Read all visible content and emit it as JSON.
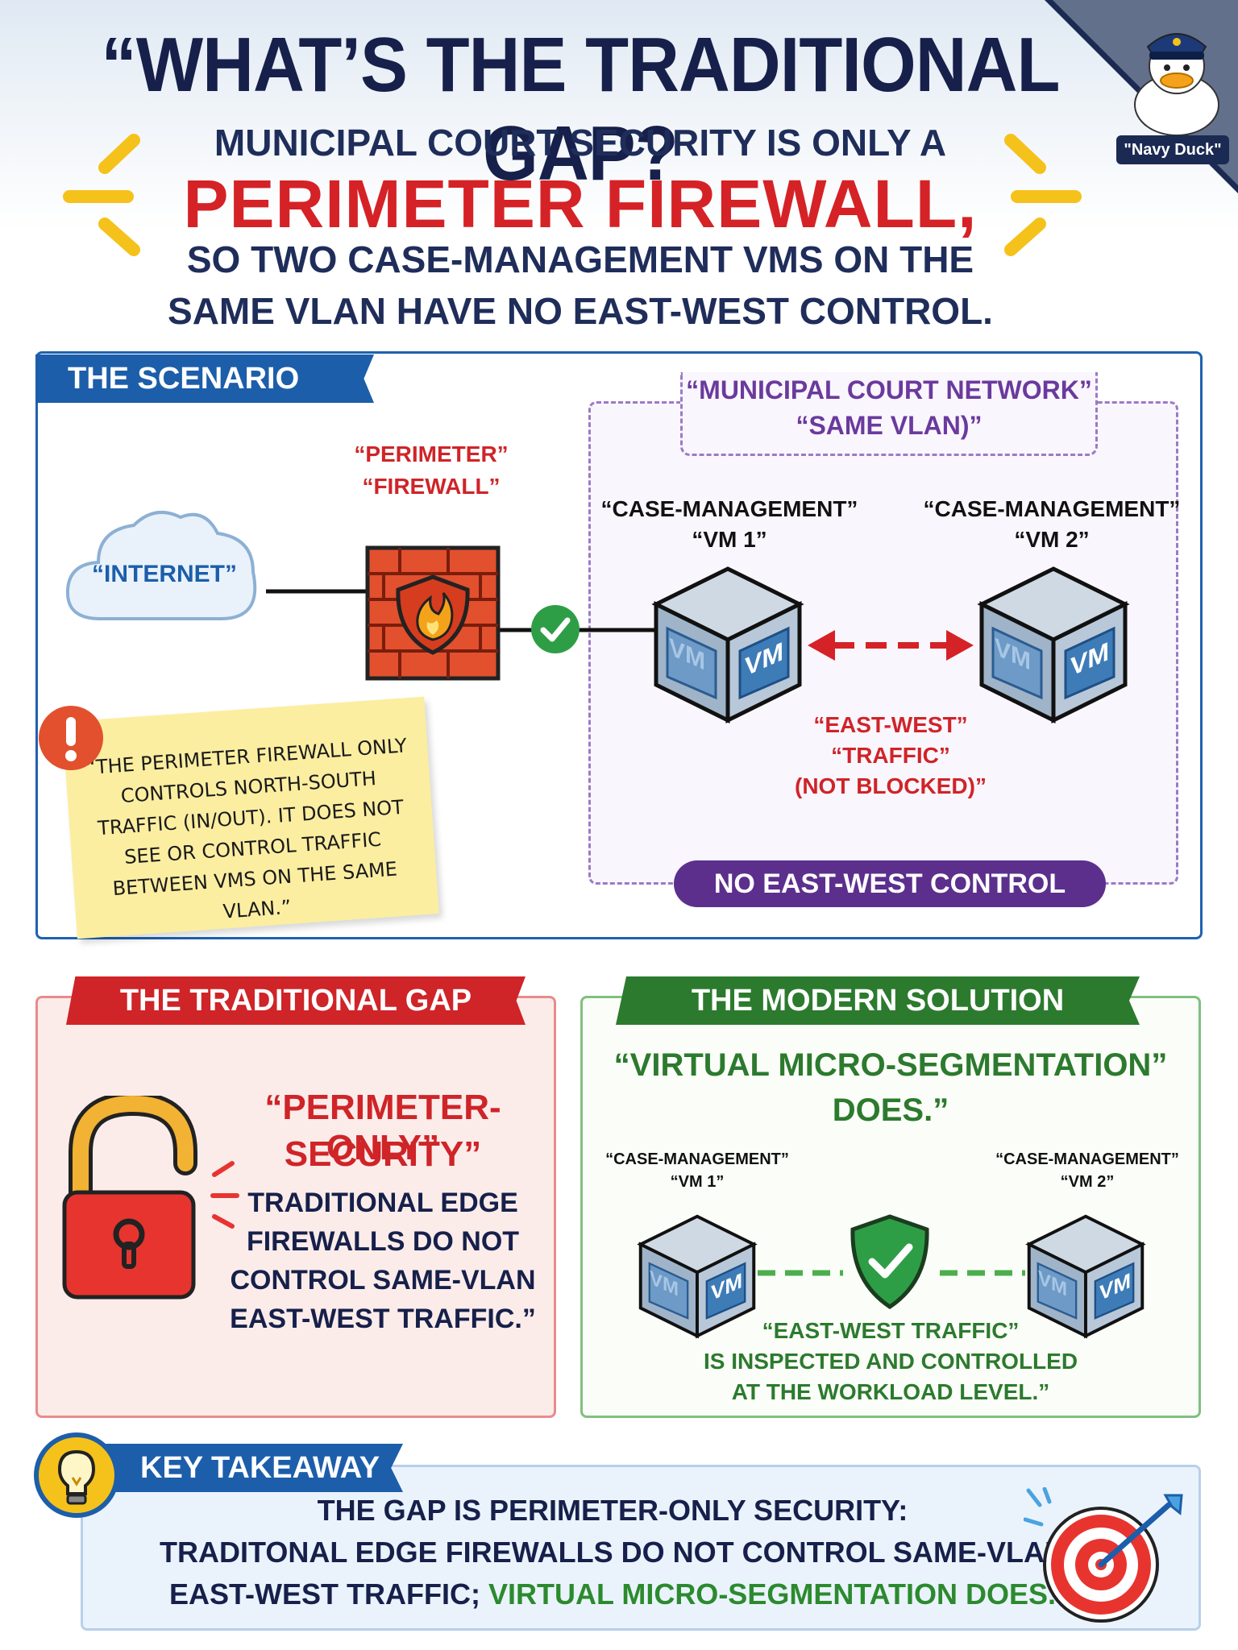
{
  "header": {
    "title": "“WHAT’S THE TRADITIONAL GAP?",
    "subtitle_line1": "MUNICIPAL COURT SECURITY IS ONLY A",
    "subtitle_highlight": "PERIMETER FIREWALL,",
    "subtitle_line3": "SO TWO CASE-MANAGEMENT VMS ON THE",
    "subtitle_line4": "SAME VLAN HAVE NO EAST-WEST CONTROL."
  },
  "corner": {
    "duck_label": "\"Navy Duck\""
  },
  "scenario": {
    "ribbon": "THE SCENARIO",
    "network_label_1": "“MUNICIPAL COURT NETWORK”",
    "network_label_2": "“SAME VLAN)”",
    "firewall_label_1": "“PERIMETER”",
    "firewall_label_2": "“FIREWALL”",
    "internet_label": "“INTERNET”",
    "vm1_label_1": "“CASE-MANAGEMENT”",
    "vm1_label_2": "“VM 1”",
    "vm2_label_1": "“CASE-MANAGEMENT”",
    "vm2_label_2": "“VM 2”",
    "vm_text": "VM",
    "ew_label_1": "“EAST-WEST”",
    "ew_label_2": "“TRAFFIC”",
    "ew_label_3": "(NOT BLOCKED)”",
    "no_ew_badge": "NO EAST-WEST CONTROL",
    "note_text": "“THE PERIMETER FIREWALL ONLY CONTROLS NORTH-SOUTH TRAFFIC (IN/OUT). IT DOES NOT SEE OR CONTROL TRAFFIC BETWEEN VMS ON THE SAME VLAN.”"
  },
  "gap": {
    "ribbon": "THE TRADITIONAL GAP",
    "heading_1": "“PERIMETER-ONLY”",
    "heading_2": "SECURITY”",
    "body_1": "TRADITIONAL EDGE",
    "body_2": "FIREWALLS DO NOT",
    "body_3": "CONTROL SAME-VLAN",
    "body_4": "EAST-WEST TRAFFIC.”"
  },
  "modern": {
    "ribbon": "THE MODERN SOLUTION",
    "heading_1": "“VIRTUAL MICRO-SEGMENTATION”",
    "heading_2": "DOES.”",
    "vm1_label_1": "“CASE-MANAGEMENT”",
    "vm1_label_2": "“VM 1”",
    "vm2_label_1": "“CASE-MANAGEMENT”",
    "vm2_label_2": "“VM 2”",
    "caption_1": "“EAST-WEST TRAFFIC”",
    "caption_2": "IS INSPECTED AND CONTROLLED",
    "caption_3": "AT THE WORKLOAD LEVEL.”"
  },
  "takeaway": {
    "ribbon": "KEY TAKEAWAY",
    "line1": "THE GAP IS PERIMETER-ONLY SECURITY:",
    "line2": "TRADITONAL EDGE FIREWALLS DO NOT CONTROL SAME-VLAN",
    "line3_dark": "EAST-WEST TRAFFIC;",
    "line3_green": "VIRTUAL MICRO-SEGMENTATION DOES."
  },
  "colors": {
    "navy": "#16204a",
    "red": "#d52226",
    "blue": "#1c5eaa",
    "green": "#2c7a2e",
    "purple": "#5c2f8d"
  }
}
